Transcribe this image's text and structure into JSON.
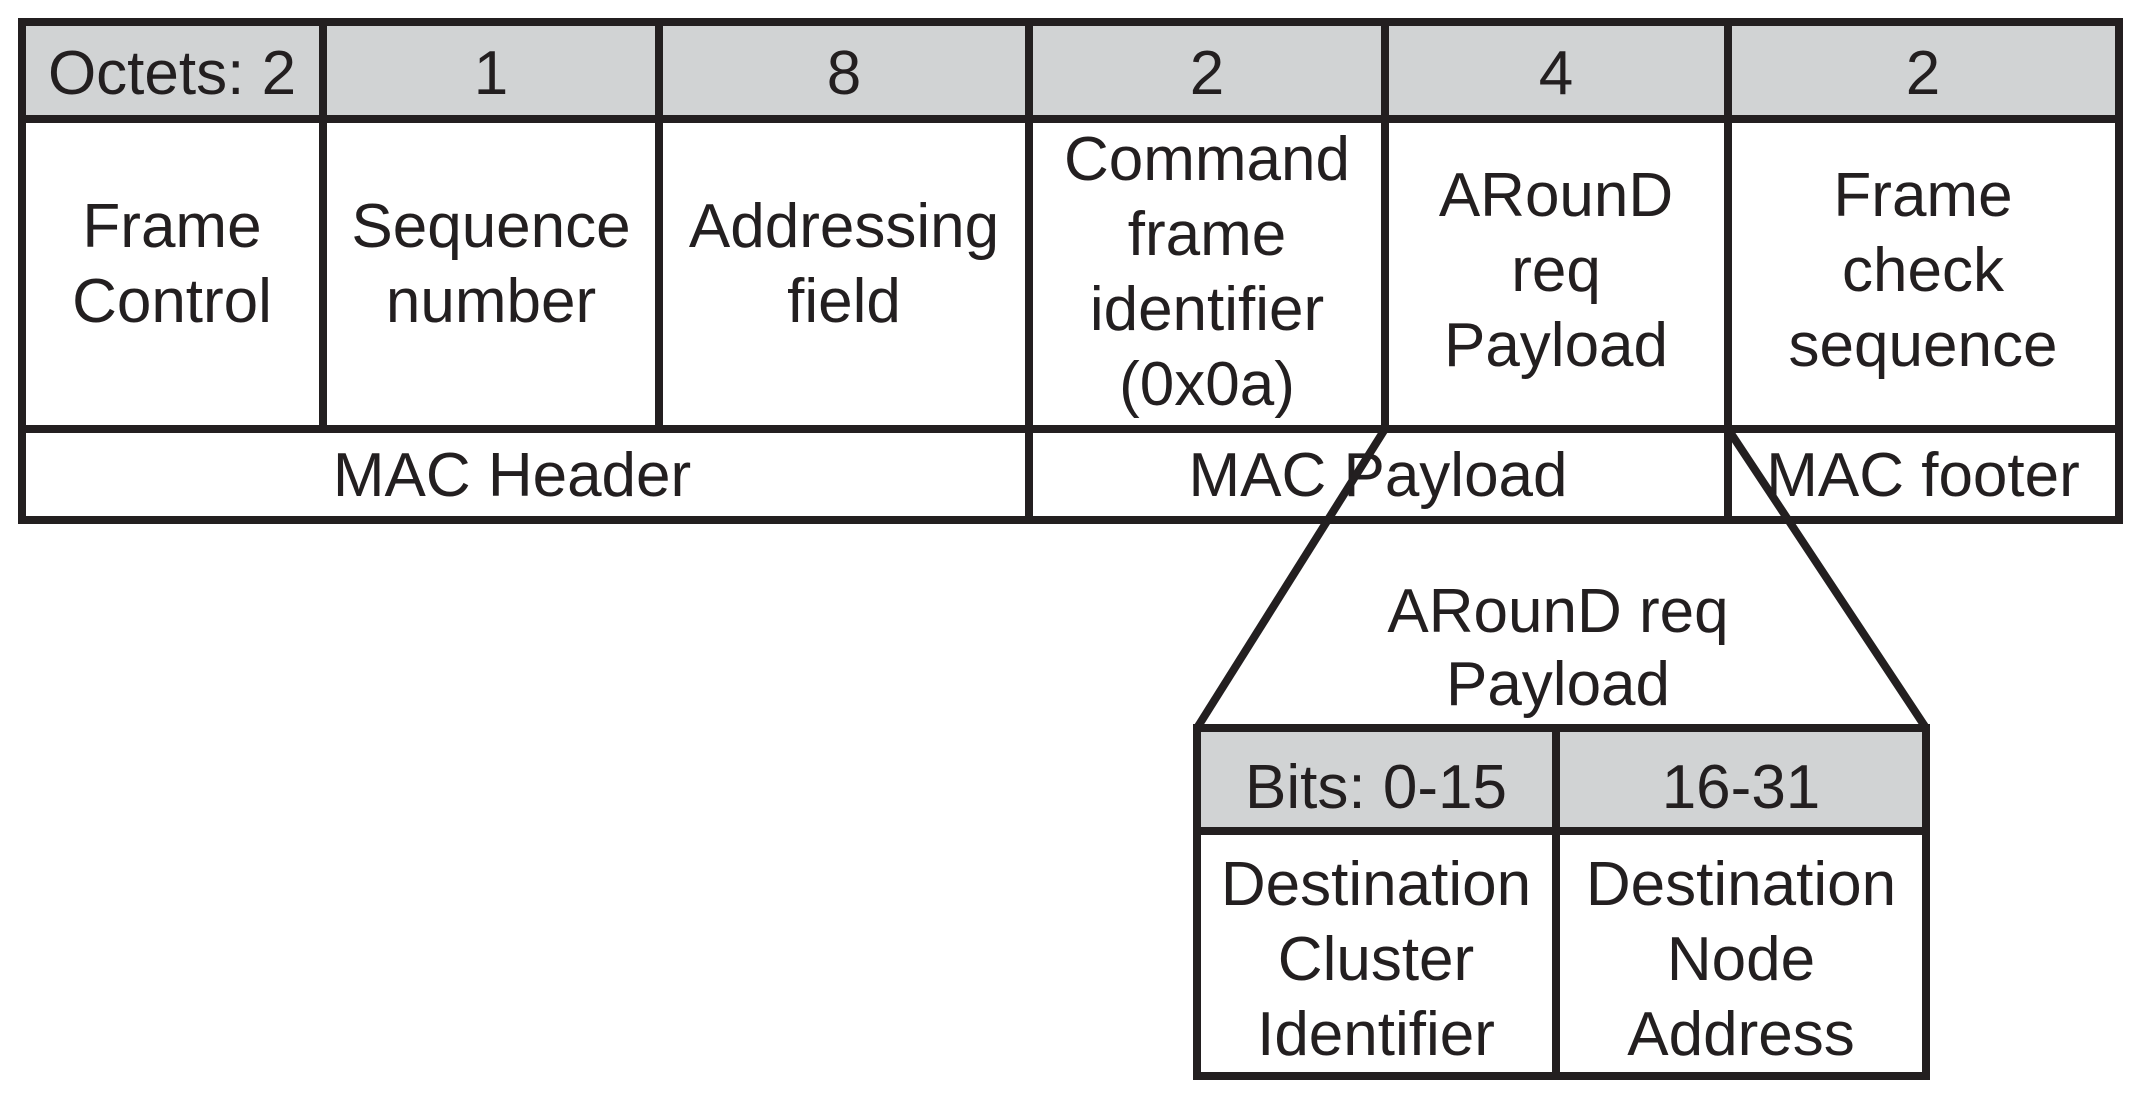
{
  "frame": {
    "header_cells": [
      "Octets: 2",
      "1",
      "8",
      "2",
      "4",
      "2"
    ],
    "field_cells": [
      [
        "Frame",
        "Control"
      ],
      [
        "Sequence",
        "number"
      ],
      [
        "Addressing",
        "field"
      ],
      [
        "Command",
        "frame",
        "identifier",
        "(0x0a)"
      ],
      [
        "ARounD",
        "req",
        "Payload"
      ],
      [
        "Frame",
        "check",
        "sequence"
      ]
    ],
    "sections": [
      "MAC Header",
      "MAC Payload",
      "MAC footer"
    ]
  },
  "payload": {
    "title": [
      "ARounD req",
      "Payload"
    ],
    "header_cells": [
      "Bits: 0-15",
      "16-31"
    ],
    "field_cells": [
      [
        "Destination",
        "Cluster",
        "Identifier"
      ],
      [
        "Destination",
        "Node",
        "Address"
      ]
    ]
  },
  "colors": {
    "header_fill": "#d1d3d4",
    "line": "#231f20",
    "background": "#ffffff"
  }
}
